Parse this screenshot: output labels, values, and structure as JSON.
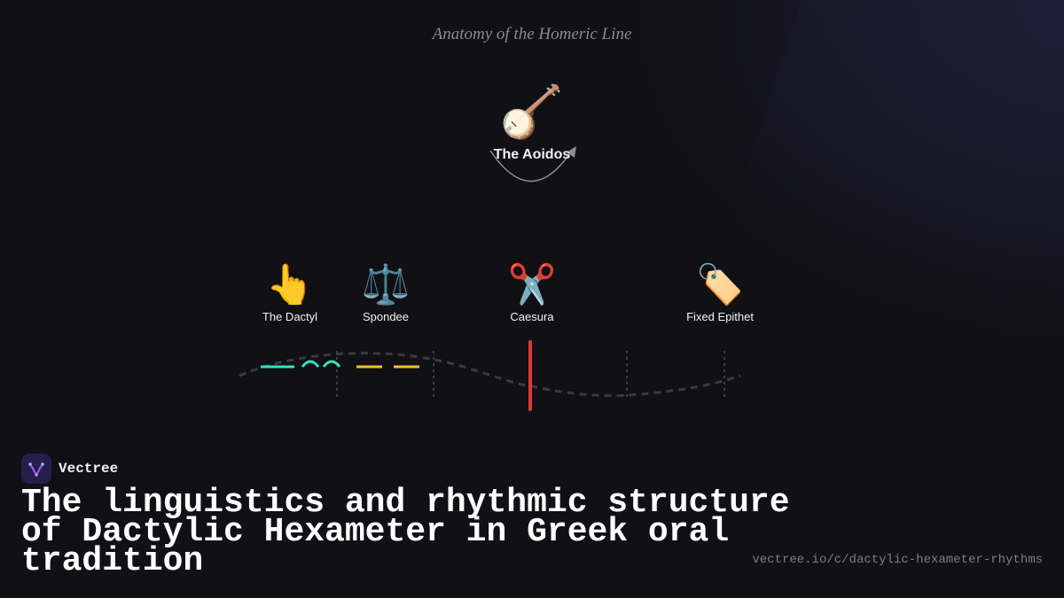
{
  "diagram": {
    "title": "Anatomy of the Homeric Line",
    "center_node": {
      "icon": "banjo-icon",
      "emoji": "🪕",
      "label": "The Aoidos"
    },
    "nodes": [
      {
        "icon": "pointing-hand-icon",
        "emoji": "👆",
        "label": "The Dactyl"
      },
      {
        "icon": "scales-icon",
        "emoji": "⚖️",
        "label": "Spondee"
      },
      {
        "icon": "scissors-icon",
        "emoji": "✂️",
        "label": "Caesura"
      },
      {
        "icon": "tag-icon",
        "emoji": "🏷️",
        "label": "Fixed Epithet"
      }
    ],
    "colors": {
      "dactyl": "#2ee6c3",
      "spondee": "#f2c230",
      "caesura": "#e03a3a",
      "line": "#3a3a3f",
      "divider": "#4a4a52"
    }
  },
  "footer": {
    "brand_name": "Vectree",
    "headline": "The linguistics and rhythmic structure of Dactylic Hexameter in Greek oral tradition",
    "url": "vectree.io/c/dactylic-hexameter-rhythms"
  }
}
